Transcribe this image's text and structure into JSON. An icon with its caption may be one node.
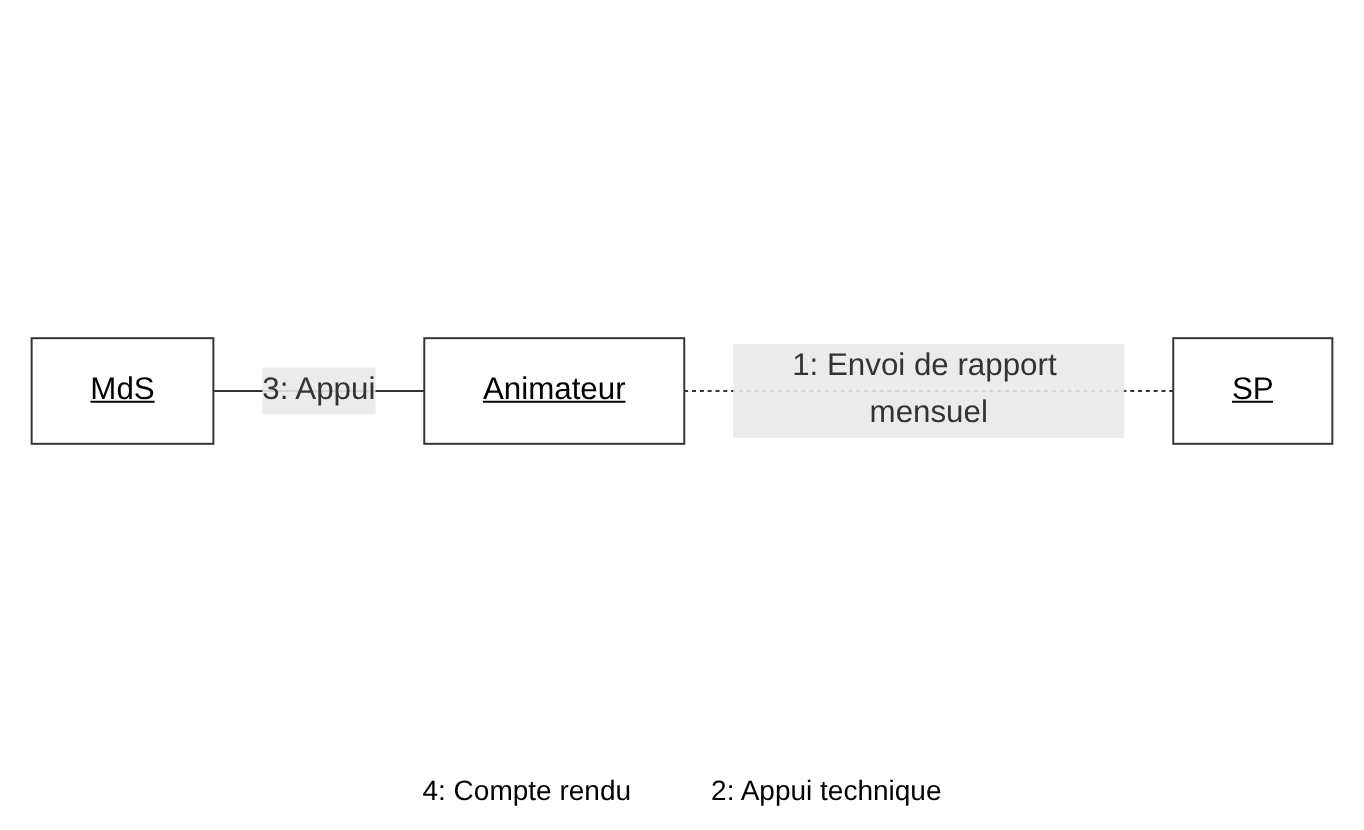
{
  "diagram": {
    "nodes": [
      {
        "text": [
          "MdS"
        ]
      },
      {
        "text": [
          "Animateur"
        ]
      },
      {
        "text": [
          "SP"
        ]
      }
    ],
    "edges": [
      {
        "from": 0,
        "to": 1,
        "arrow": "none",
        "label": "3: Appui"
      },
      {
        "from": 1,
        "to": 2,
        "arrow": "none",
        "style": "dashed",
        "label": "1: Envoi de rapport mensuel"
      }
    ],
    "labels": [
      "4: Compte rendu",
      "2: Appui technique"
    ]
  }
}
